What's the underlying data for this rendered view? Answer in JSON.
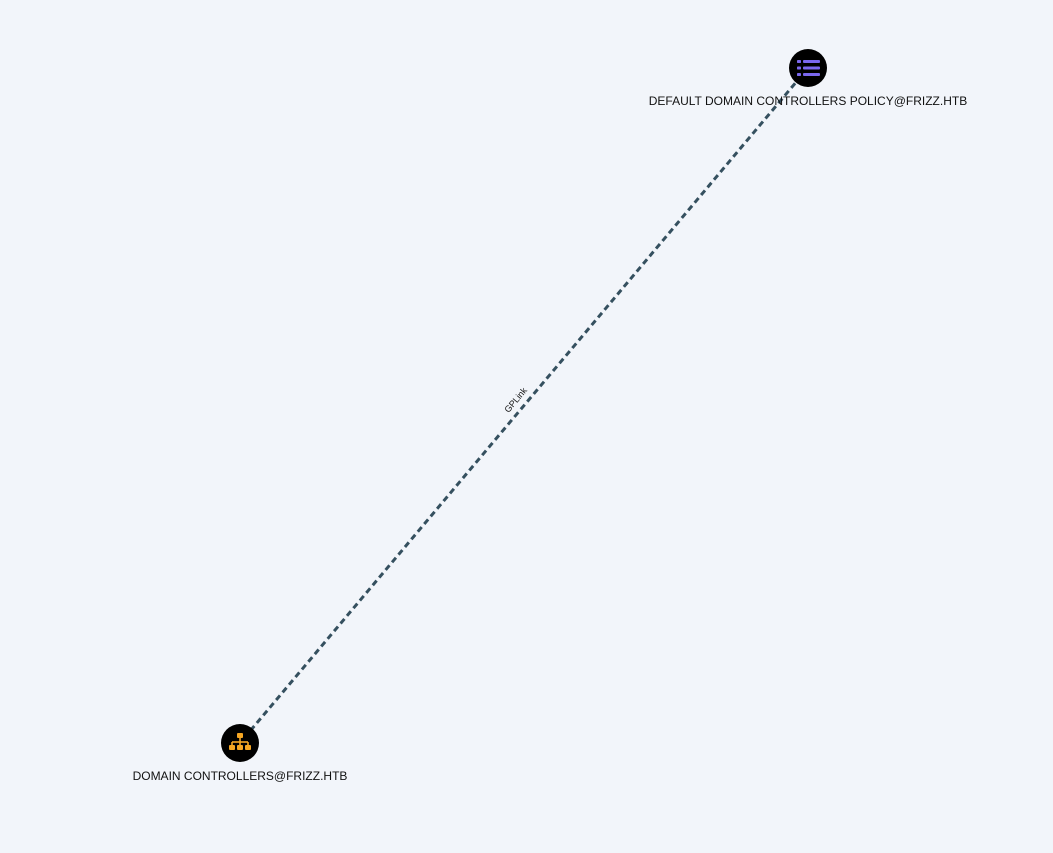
{
  "graph": {
    "nodes": {
      "gpo": {
        "label": "DEFAULT DOMAIN CONTROLLERS POLICY@FRIZZ.HTB",
        "icon": "list-icon",
        "icon_color": "#7b68ee"
      },
      "ou": {
        "label": "DOMAIN CONTROLLERS@FRIZZ.HTB",
        "icon": "sitemap-icon",
        "icon_color": "#f5a623"
      }
    },
    "edges": [
      {
        "label": "GPLink",
        "source": "gpo",
        "target": "ou",
        "style": "dashed",
        "color": "#35505f"
      }
    ],
    "colors": {
      "background": "#f2f5fa",
      "node_fill": "#000000"
    }
  }
}
